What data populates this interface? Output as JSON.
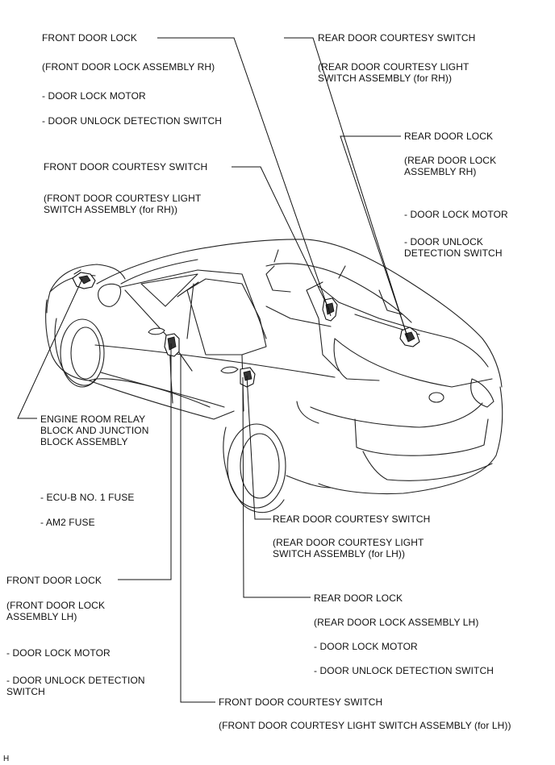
{
  "labels": {
    "front_door_lock_rh": {
      "title": "FRONT DOOR LOCK",
      "assembly": "(FRONT DOOR LOCK ASSEMBLY RH)",
      "motor": "- DOOR LOCK MOTOR",
      "switch": "- DOOR UNLOCK DETECTION SWITCH"
    },
    "front_courtesy_rh": {
      "title": "FRONT DOOR COURTESY SWITCH",
      "assembly": "(FRONT DOOR COURTESY LIGHT\nSWITCH ASSEMBLY (for RH))"
    },
    "rear_courtesy_rh": {
      "title": "REAR DOOR COURTESY SWITCH",
      "assembly": "(REAR DOOR COURTESY LIGHT\nSWITCH ASSEMBLY (for RH))"
    },
    "rear_door_lock_rh": {
      "title": "REAR DOOR LOCK",
      "assembly": "(REAR DOOR LOCK\nASSEMBLY RH)",
      "motor": "- DOOR LOCK MOTOR",
      "switch": "- DOOR UNLOCK\nDETECTION SWITCH"
    },
    "engine_room": {
      "title": "ENGINE ROOM RELAY\nBLOCK AND JUNCTION\nBLOCK ASSEMBLY",
      "fuse1": "- ECU-B NO. 1 FUSE",
      "fuse2": "- AM2 FUSE"
    },
    "rear_courtesy_lh": {
      "title": "REAR DOOR COURTESY SWITCH",
      "assembly": "(REAR DOOR COURTESY LIGHT\nSWITCH ASSEMBLY (for LH))"
    },
    "front_door_lock_lh": {
      "title": "FRONT DOOR LOCK",
      "assembly": "(FRONT DOOR LOCK\nASSEMBLY LH)",
      "motor": "- DOOR LOCK MOTOR",
      "switch": "- DOOR UNLOCK DETECTION\nSWITCH"
    },
    "rear_door_lock_lh": {
      "title": "REAR DOOR LOCK",
      "assembly": "(REAR DOOR LOCK ASSEMBLY LH)",
      "motor": "- DOOR LOCK MOTOR",
      "switch": "- DOOR UNLOCK DETECTION SWITCH"
    },
    "front_courtesy_lh": {
      "title": "FRONT DOOR COURTESY SWITCH",
      "assembly": "(FRONT DOOR COURTESY LIGHT SWITCH ASSEMBLY (for LH))"
    }
  },
  "corner_mark": "H"
}
